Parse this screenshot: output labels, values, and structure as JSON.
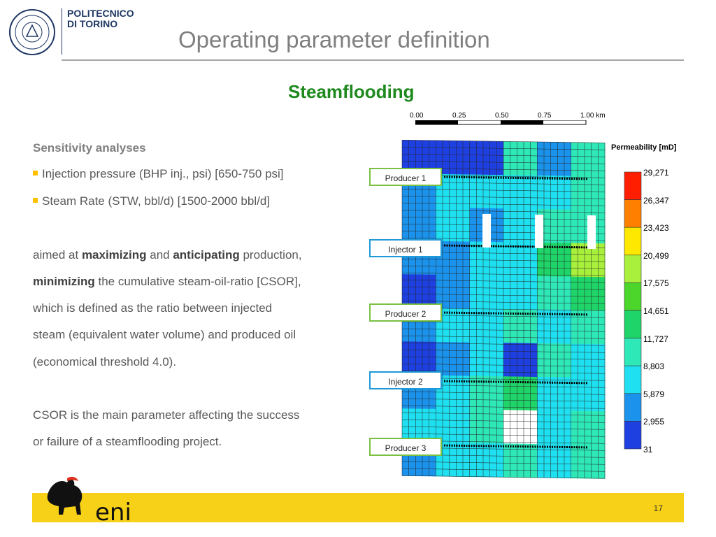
{
  "header": {
    "university_line1": "POLITECNICO",
    "university_line2": "DI TORINO",
    "title": "Operating parameter definition"
  },
  "subtitle": "Steamflooding",
  "left": {
    "sensitivity_heading": "Sensitivity analyses",
    "bullet1": "Injection pressure (BHP inj., psi) [650-750 psi]",
    "bullet2": "Steam Rate (STW, bbl/d) [1500-2000 bbl/d]",
    "para1_line1_a": "aimed at ",
    "para1_line1_b": "maximizing",
    "para1_line1_c": " and ",
    "para1_line1_d": "anticipating",
    "para1_line1_e": " production,",
    "para1_line2_a": "minimizing",
    "para1_line2_b": " the cumulative steam-oil-ratio [CSOR],",
    "para1_line3": "which is defined as the ratio between injected",
    "para1_line4": "steam (equivalent water volume) and produced oil",
    "para1_line5": "(economical threshold 4.0).",
    "para2_line1": "CSOR is the main parameter affecting the success",
    "para2_line2": "or failure of a steamflooding project."
  },
  "wells": [
    {
      "label": "Producer 1",
      "kind": "producer"
    },
    {
      "label": "Injector 1",
      "kind": "injector"
    },
    {
      "label": "Producer 2",
      "kind": "producer"
    },
    {
      "label": "Injector 2",
      "kind": "injector"
    },
    {
      "label": "Producer 3",
      "kind": "producer"
    }
  ],
  "scale_bar": [
    "0.00",
    "0.25",
    "0.50",
    "0.75",
    "1.00 km"
  ],
  "legend": {
    "title": "Permeability [mD]",
    "labels": [
      "29,271",
      "26,347",
      "23,423",
      "20,499",
      "17,575",
      "14,651",
      "11,727",
      "8,803",
      "5,879",
      "2,955",
      "31"
    ],
    "colors": [
      "#ff1e00",
      "#ff7f00",
      "#ffe800",
      "#a8f03c",
      "#4cd62c",
      "#1fd468",
      "#2ee8b8",
      "#1fe0f0",
      "#1b93ec",
      "#1f40e0"
    ]
  },
  "footer": {
    "brand": "eni",
    "page": "17"
  }
}
